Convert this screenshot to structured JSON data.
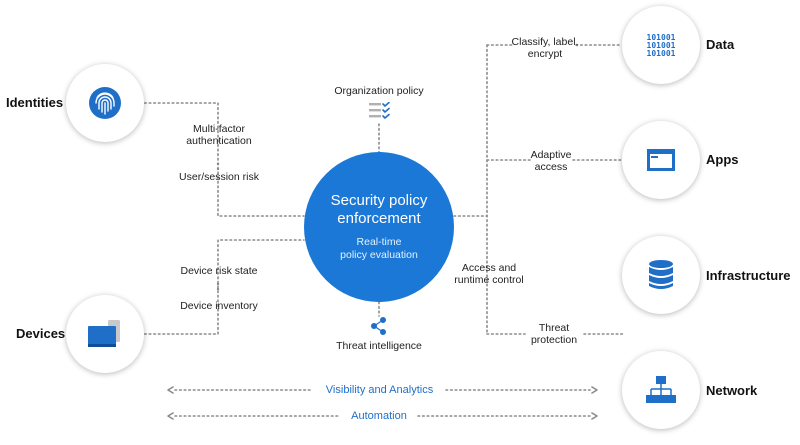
{
  "center": {
    "title_line1": "Security policy",
    "title_line2": "enforcement",
    "subtitle_line1": "Real-time",
    "subtitle_line2": "policy evaluation"
  },
  "nodes": {
    "identities": "Identities",
    "devices": "Devices",
    "data": "Data",
    "apps": "Apps",
    "infrastructure": "Infrastructure",
    "network": "Network"
  },
  "labels": {
    "mfa_line1": "Multi-factor",
    "mfa_line2": "authentication",
    "user_session_risk": "User/session risk",
    "device_risk_state": "Device risk state",
    "device_inventory": "Device inventory",
    "organization_policy": "Organization policy",
    "threat_intelligence": "Threat intelligence",
    "classify_line1": "Classify, label,",
    "classify_line2": "encrypt",
    "adaptive_line1": "Adaptive",
    "adaptive_line2": "access",
    "access_line1": "Access and",
    "access_line2": "runtime control",
    "threat_line1": "Threat",
    "threat_line2": "protection",
    "visibility": "Visibility and Analytics",
    "automation": "Automation"
  },
  "icons": {
    "identities": "fingerprint-icon",
    "devices": "devices-icon",
    "data": "binary-data-icon",
    "apps": "app-window-icon",
    "infrastructure": "database-icon",
    "network": "network-hierarchy-icon",
    "policy": "checklist-icon",
    "threat": "share-nodes-icon"
  },
  "colors": {
    "accent": "#1b78d6",
    "icon_blue": "#1f6fc9",
    "connector": "#8a8a8a",
    "text": "#222222"
  }
}
